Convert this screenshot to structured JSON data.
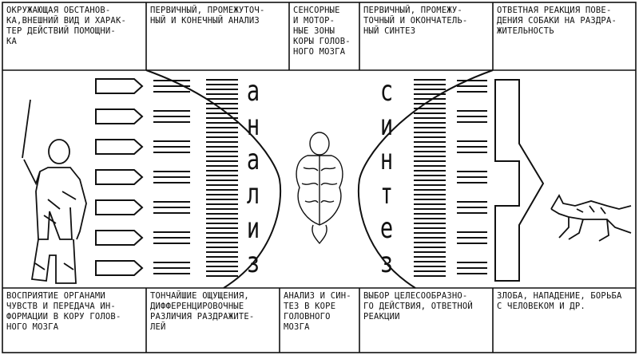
{
  "top_row": [
    "Окружающая обстанов-\nка,внешний вид и харак-\nтер действий помощни-\nка",
    "Первичный, промежуточ-\nный и конечный анализ",
    "Сенсорные\nи мотор-\nные зоны\nкоры голов-\nного мозга",
    "Первичный, промежу-\nточный и окончатель-\nный синтез",
    "Ответная реакция пове-\nдения собаки на раздра-\nжительность"
  ],
  "bottom_row": [
    "Восприятие органами\nчувств и передача ин-\nформации в кору голов-\nного мозга",
    "Тончайшие ощущения,\nдифференцировочные\nразличия раздражите-\nлей",
    "Анализ и син-\nтез в коре\nголовного\nмозга",
    "Выбор целесообразно-\nго действия, ответной\nреакции",
    "Злоба, нападение, борьба\nс человеком и др."
  ],
  "vertical_words": {
    "analysis": [
      "а",
      "н",
      "а",
      "л",
      "и",
      "з"
    ],
    "synthesis": [
      "с",
      "и",
      "н",
      "т",
      "е",
      "з"
    ]
  },
  "icons": [
    "helper-figure-icon",
    "brain-icon",
    "dog-icon"
  ]
}
